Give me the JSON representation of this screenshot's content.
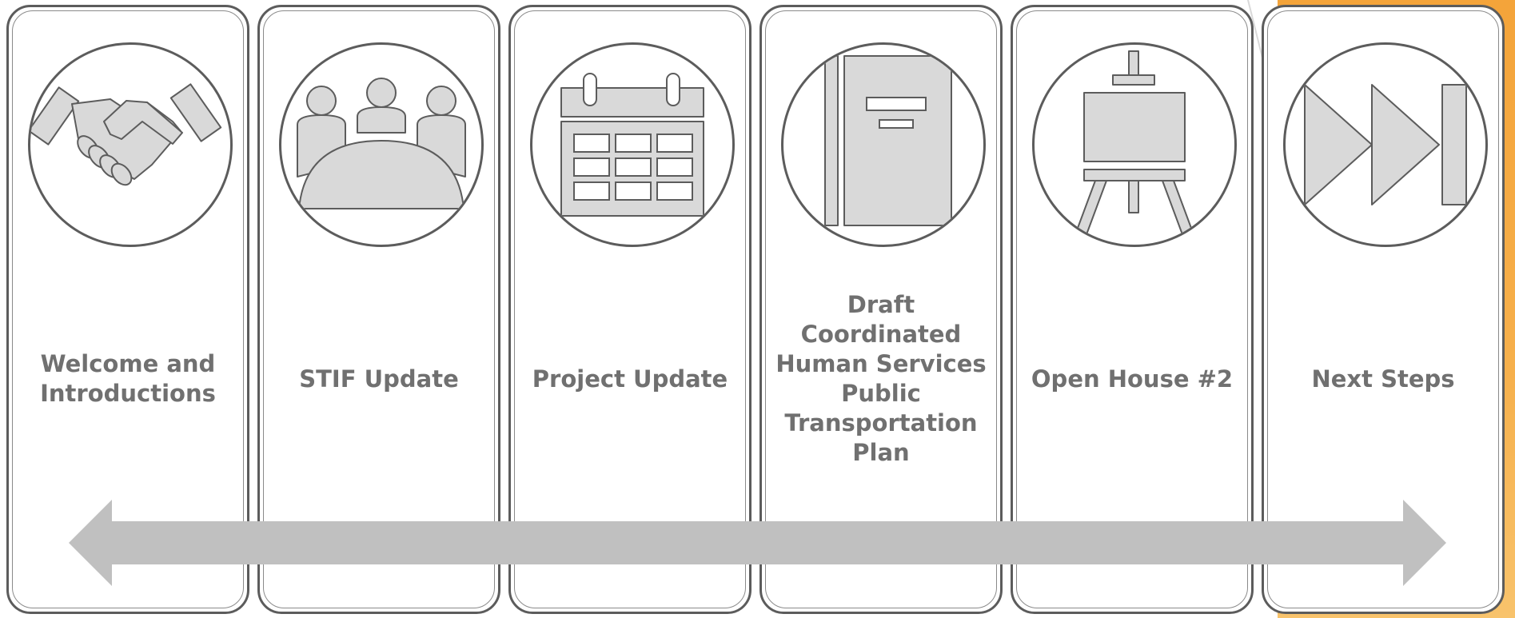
{
  "colors": {
    "card_border": "#5c5c5c",
    "icon_fill": "#d9d9d9",
    "label_text": "#707070",
    "arrow": "#c0c0c0",
    "accent": "#f4a43a"
  },
  "steps": [
    {
      "label": "Welcome and\nIntroductions",
      "icon": "handshake-icon"
    },
    {
      "label": "STIF Update",
      "icon": "meeting-table-icon"
    },
    {
      "label": "Project Update",
      "icon": "calendar-icon"
    },
    {
      "label": "Draft\nCoordinated\nHuman Services\nPublic\nTransportation\nPlan",
      "icon": "document-binder-icon"
    },
    {
      "label": "Open House #2",
      "icon": "easel-icon"
    },
    {
      "label": "Next Steps",
      "icon": "fast-forward-end-icon"
    }
  ],
  "arrow": {
    "direction": "double-headed",
    "icon": "double-arrow-icon"
  }
}
